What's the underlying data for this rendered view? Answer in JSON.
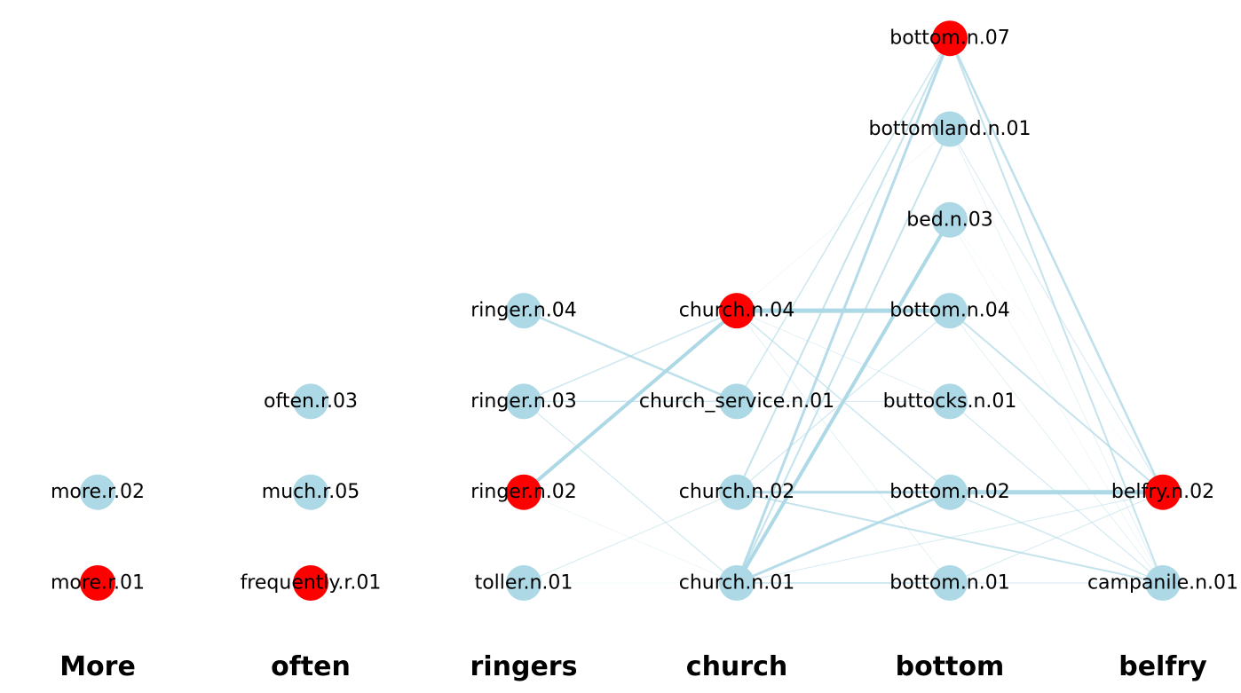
{
  "colors": {
    "node": "#add8e6",
    "selected_node": "#ff0000",
    "edge": "#add8e6",
    "background": "#ffffff"
  },
  "columns": [
    {
      "label": "More",
      "nodes": [
        {
          "id": "more.r.02",
          "selected": false
        },
        {
          "id": "more.r.01",
          "selected": true
        }
      ]
    },
    {
      "label": "often",
      "nodes": [
        {
          "id": "often.r.03",
          "selected": false
        },
        {
          "id": "much.r.05",
          "selected": false
        },
        {
          "id": "frequently.r.01",
          "selected": true
        }
      ]
    },
    {
      "label": "ringers",
      "nodes": [
        {
          "id": "ringer.n.04",
          "selected": false
        },
        {
          "id": "ringer.n.03",
          "selected": false
        },
        {
          "id": "ringer.n.02",
          "selected": true
        },
        {
          "id": "toller.n.01",
          "selected": false
        }
      ]
    },
    {
      "label": "church",
      "nodes": [
        {
          "id": "church.n.04",
          "selected": true
        },
        {
          "id": "church_service.n.01",
          "selected": false
        },
        {
          "id": "church.n.02",
          "selected": false
        },
        {
          "id": "church.n.01",
          "selected": false
        }
      ]
    },
    {
      "label": "bottom",
      "nodes": [
        {
          "id": "bottom.n.07",
          "selected": true
        },
        {
          "id": "bottomland.n.01",
          "selected": false
        },
        {
          "id": "bed.n.03",
          "selected": false
        },
        {
          "id": "bottom.n.04",
          "selected": false
        },
        {
          "id": "buttocks.n.01",
          "selected": false
        },
        {
          "id": "bottom.n.02",
          "selected": false
        },
        {
          "id": "bottom.n.01",
          "selected": false
        }
      ]
    },
    {
      "label": "belfry",
      "nodes": [
        {
          "id": "belfry.n.02",
          "selected": true
        },
        {
          "id": "campanile.n.01",
          "selected": false
        }
      ]
    }
  ],
  "edges": [
    {
      "source": "ringer.n.04",
      "target": "church_service.n.01",
      "weight": 2.5
    },
    {
      "source": "ringer.n.03",
      "target": "church.n.04",
      "weight": 1.5
    },
    {
      "source": "ringer.n.03",
      "target": "church_service.n.01",
      "weight": 1.5
    },
    {
      "source": "ringer.n.03",
      "target": "church.n.01",
      "weight": 1.2
    },
    {
      "source": "ringer.n.02",
      "target": "church.n.04",
      "weight": 4
    },
    {
      "source": "ringer.n.02",
      "target": "church.n.01",
      "weight": 0.5
    },
    {
      "source": "toller.n.01",
      "target": "church.n.02",
      "weight": 1
    },
    {
      "source": "toller.n.01",
      "target": "church.n.01",
      "weight": 0.3
    },
    {
      "source": "church.n.04",
      "target": "bottom.n.04",
      "weight": 5
    },
    {
      "source": "church.n.04",
      "target": "bottomland.n.01",
      "weight": 0.5
    },
    {
      "source": "church.n.04",
      "target": "bottom.n.02",
      "weight": 1.5
    },
    {
      "source": "church.n.04",
      "target": "bottom.n.01",
      "weight": 0.7
    },
    {
      "source": "church.n.04",
      "target": "buttocks.n.01",
      "weight": 0.7
    },
    {
      "source": "church_service.n.01",
      "target": "buttocks.n.01",
      "weight": 1
    },
    {
      "source": "church_service.n.01",
      "target": "bottom.n.07",
      "weight": 1.5
    },
    {
      "source": "church.n.02",
      "target": "bottom.n.07",
      "weight": 2
    },
    {
      "source": "church.n.02",
      "target": "bottom.n.04",
      "weight": 1.2
    },
    {
      "source": "church.n.02",
      "target": "bottom.n.02",
      "weight": 3
    },
    {
      "source": "church.n.02",
      "target": "campanile.n.01",
      "weight": 2
    },
    {
      "source": "church.n.01",
      "target": "bottom.n.07",
      "weight": 3
    },
    {
      "source": "church.n.01",
      "target": "bottomland.n.01",
      "weight": 2
    },
    {
      "source": "church.n.01",
      "target": "bed.n.03",
      "weight": 4
    },
    {
      "source": "church.n.01",
      "target": "bottom.n.02",
      "weight": 3
    },
    {
      "source": "church.n.01",
      "target": "bottom.n.01",
      "weight": 1.5
    },
    {
      "source": "church.n.01",
      "target": "belfry.n.02",
      "weight": 1
    },
    {
      "source": "church.n.01",
      "target": "campanile.n.01",
      "weight": 1
    },
    {
      "source": "bottom.n.07",
      "target": "belfry.n.02",
      "weight": 2.5
    },
    {
      "source": "bottom.n.07",
      "target": "campanile.n.01",
      "weight": 2
    },
    {
      "source": "bottomland.n.01",
      "target": "belfry.n.02",
      "weight": 1
    },
    {
      "source": "bottomland.n.01",
      "target": "campanile.n.01",
      "weight": 0.7
    },
    {
      "source": "bed.n.03",
      "target": "campanile.n.01",
      "weight": 0.5
    },
    {
      "source": "bed.n.03",
      "target": "belfry.n.02",
      "weight": 0.3
    },
    {
      "source": "bottom.n.04",
      "target": "belfry.n.02",
      "weight": 2
    },
    {
      "source": "bottom.n.04",
      "target": "campanile.n.01",
      "weight": 0.7
    },
    {
      "source": "buttocks.n.01",
      "target": "campanile.n.01",
      "weight": 1.2
    },
    {
      "source": "bottom.n.02",
      "target": "belfry.n.02",
      "weight": 5
    },
    {
      "source": "bottom.n.02",
      "target": "campanile.n.01",
      "weight": 1.5
    },
    {
      "source": "bottom.n.01",
      "target": "belfry.n.02",
      "weight": 1
    }
  ]
}
